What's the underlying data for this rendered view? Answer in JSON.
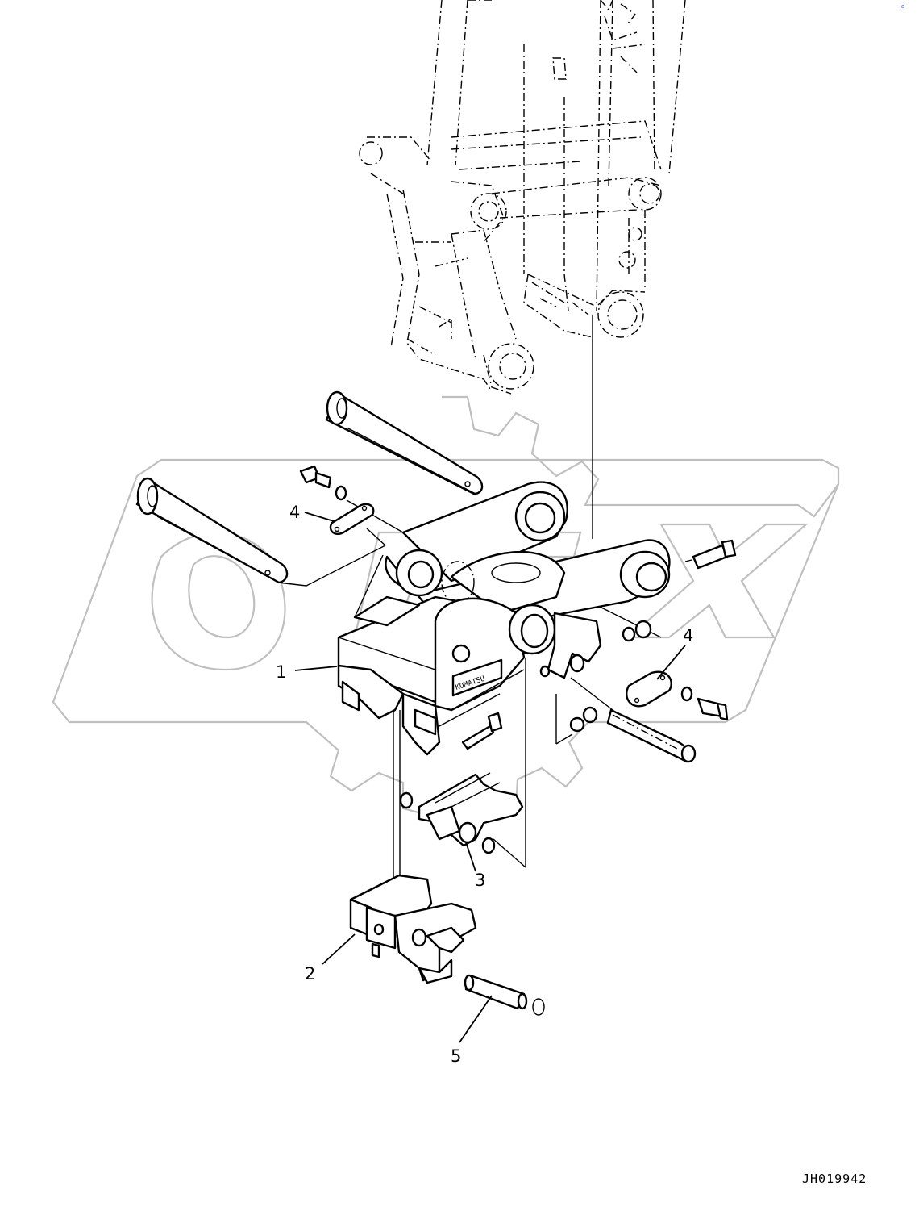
{
  "diagram": {
    "callouts": [
      {
        "number": "1"
      },
      {
        "number": "2"
      },
      {
        "number": "3"
      },
      {
        "number": "4"
      },
      {
        "number": "4"
      },
      {
        "number": "5"
      }
    ],
    "drawing_code": "JH019942",
    "corner_mark": "a",
    "nameplate_text": "KOMATSU",
    "colors": {
      "line": "#000000",
      "watermark": "#bfbfbf",
      "corner_mark": "#3050c0"
    }
  }
}
